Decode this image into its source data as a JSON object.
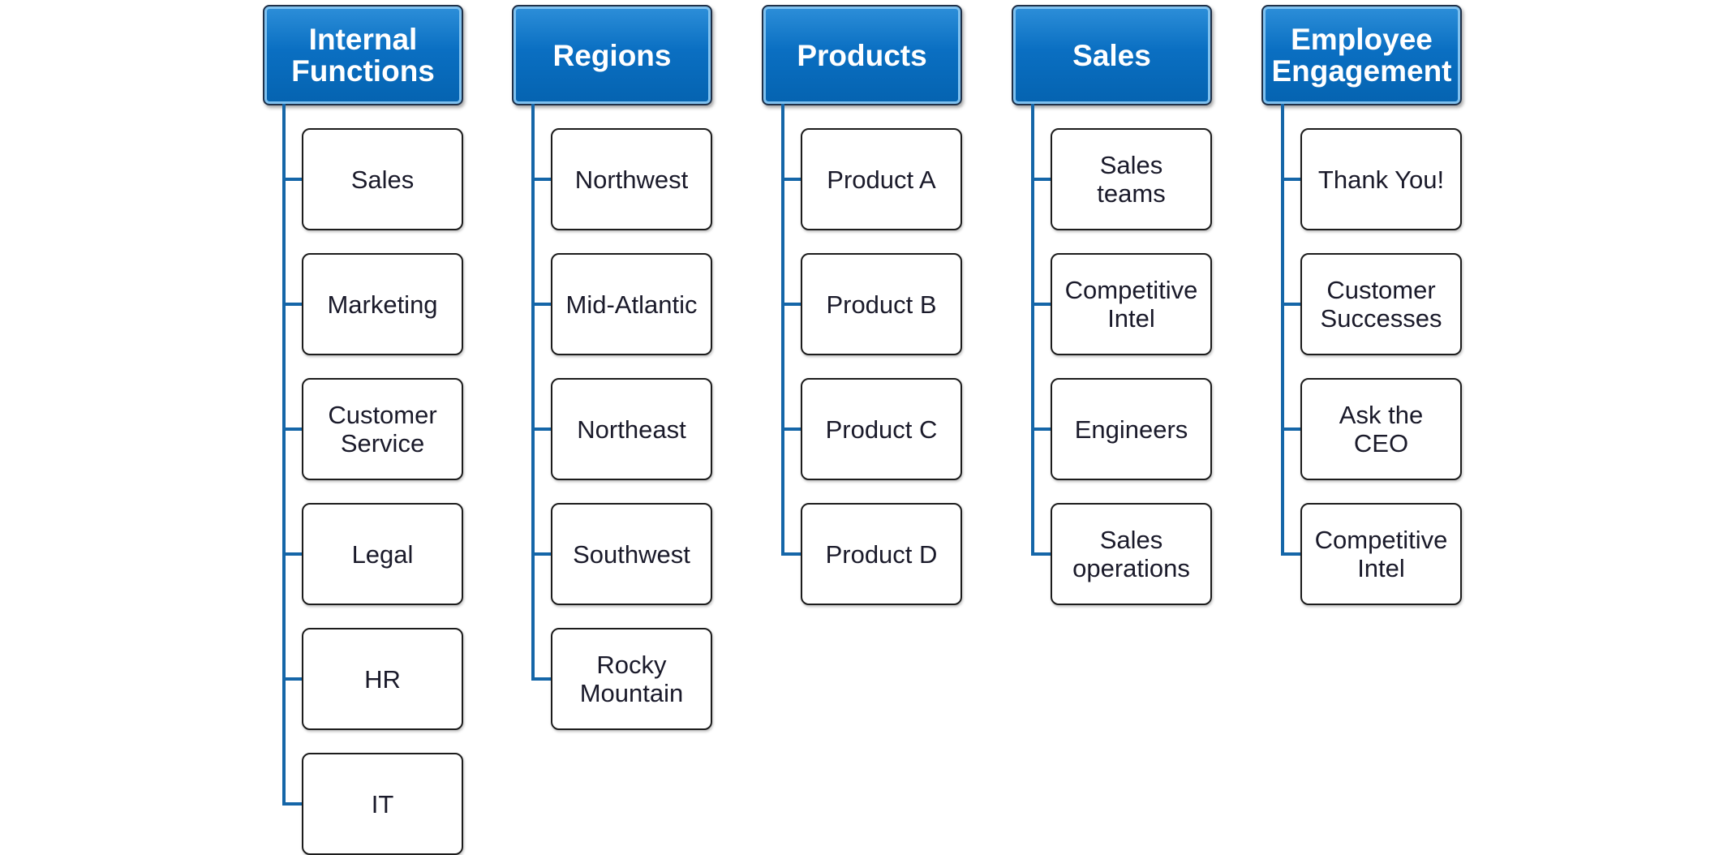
{
  "diagram": {
    "colors": {
      "header_fill": "#0a6fc2",
      "connector": "#1566a8",
      "box_border": "#1c1c1c"
    },
    "columns": [
      {
        "title": "Internal\nFunctions",
        "items": [
          "Sales",
          "Marketing",
          "Customer\nService",
          "Legal",
          "HR",
          "IT"
        ]
      },
      {
        "title": "Regions",
        "items": [
          "Northwest",
          "Mid-Atlantic",
          "Northeast",
          "Southwest",
          "Rocky\nMountain"
        ]
      },
      {
        "title": "Products",
        "items": [
          "Product A",
          "Product B",
          "Product C",
          "Product D"
        ]
      },
      {
        "title": "Sales",
        "items": [
          "Sales\nteams",
          "Competitive\nIntel",
          "Engineers",
          "Sales\noperations"
        ]
      },
      {
        "title": "Employee\nEngagement",
        "items": [
          "Thank You!",
          "Customer\nSuccesses",
          "Ask the\nCEO",
          "Competitive\nIntel"
        ]
      }
    ]
  }
}
